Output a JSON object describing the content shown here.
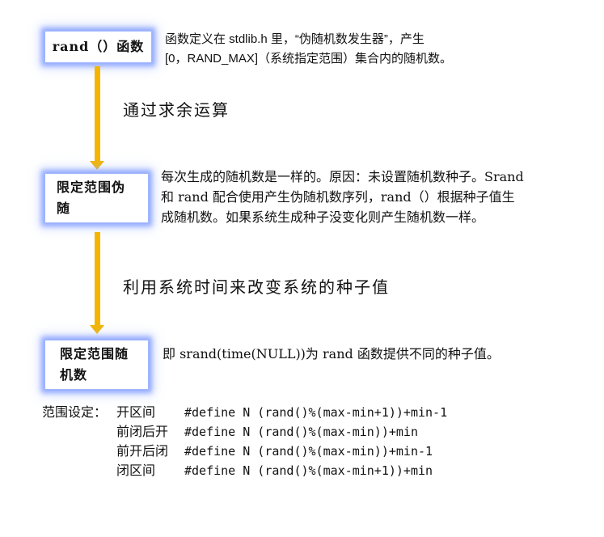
{
  "boxes": [
    {
      "label": "rand（）函数"
    },
    {
      "label": "限定范围伪随"
    },
    {
      "label": "限定范围随机数"
    }
  ],
  "box2_lines": [
    "限定范围伪",
    "随"
  ],
  "box3_lines": [
    "限定范围随",
    "机数"
  ],
  "steps": [
    {
      "label": "通过求余运算"
    },
    {
      "label": "利用系统时间来改变系统的种子值"
    }
  ],
  "descriptions": {
    "desc1_line1": "函数定义在 stdlib.h 里，“伪随机数发生器”，产生",
    "desc1_line2": "[0，RAND_MAX]（系统指定范围）集合内的随机数。",
    "desc2_line1": "每次生成的随机数是一样的。原因：未设置随机数种子。Srand",
    "desc2_line2": "和 rand 配合使用产生伪随机数序列，rand（）根据种子值生",
    "desc2_line3": "成随机数。如果系统生成种子没变化则产生随机数一样。",
    "desc3": "即 srand(time(NULL))为 rand 函数提供不同的种子值。"
  },
  "range": {
    "title": "范围设定：",
    "rows": [
      {
        "kind": "开区间",
        "code": "#define N (rand()%(max-min+1))+min-1"
      },
      {
        "kind": "前闭后开",
        "code": "#define N (rand()%(max-min))+min"
      },
      {
        "kind": "前开后闭",
        "code": "#define N (rand()%(max-min))+min-1"
      },
      {
        "kind": "闭区间",
        "code": "#define N (rand()%(max-min+1))+min"
      }
    ]
  },
  "colors": {
    "arrow": "#f5b400",
    "box_glow": "#7896ff"
  }
}
